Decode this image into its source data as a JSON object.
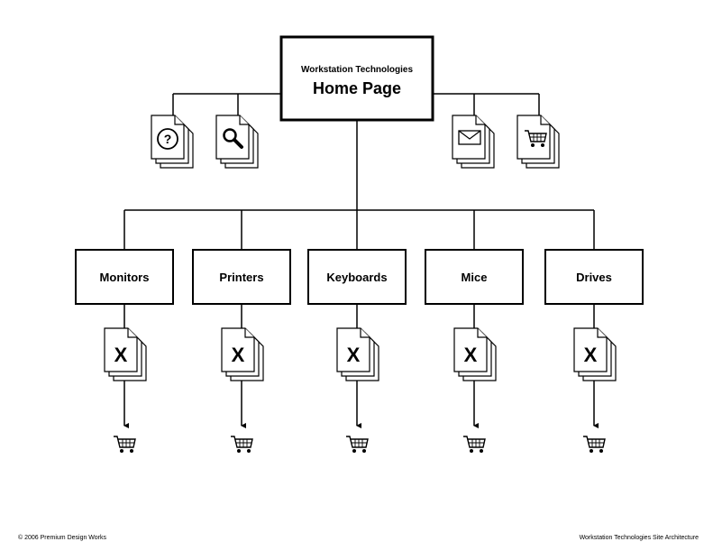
{
  "home": {
    "subtitle": "Workstation Technologies",
    "title": "Home Page"
  },
  "utility_pages": [
    {
      "icon": "help-icon"
    },
    {
      "icon": "search-icon"
    },
    {
      "icon": "mail-icon"
    },
    {
      "icon": "shopping-cart-icon"
    }
  ],
  "categories": [
    {
      "label": "Monitors",
      "page_mark": "X",
      "icon": "shopping-cart-icon"
    },
    {
      "label": "Printers",
      "page_mark": "X",
      "icon": "shopping-cart-icon"
    },
    {
      "label": "Keyboards",
      "page_mark": "X",
      "icon": "shopping-cart-icon"
    },
    {
      "label": "Mice",
      "page_mark": "X",
      "icon": "shopping-cart-icon"
    },
    {
      "label": "Drives",
      "page_mark": "X",
      "icon": "shopping-cart-icon"
    }
  ],
  "footer": {
    "left": "© 2006 Premium Design Works",
    "right": "Workstation Technologies Site Architecture"
  }
}
